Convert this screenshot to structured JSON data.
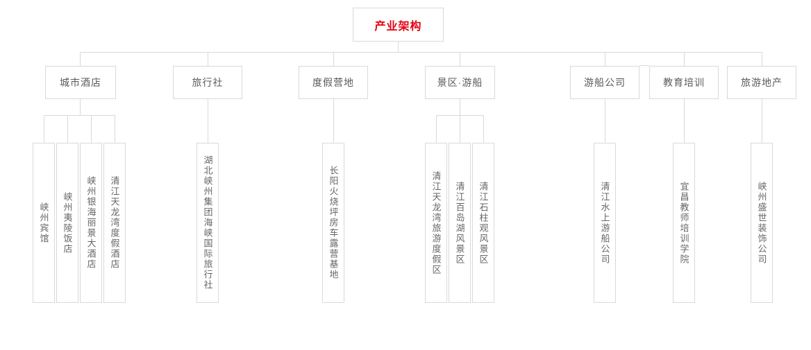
{
  "title": "产业架构",
  "colors": {
    "title_accent": "#e60012",
    "box_border": "#d9d9d9",
    "connector_line": "#d9d9d9",
    "category_text": "#595959",
    "subsidiary_text": "#666666"
  },
  "org_chart": {
    "root": "产业架构",
    "categories": [
      {
        "label": "城市酒店",
        "children": [
          "峡州宾馆",
          "峡州夷陵饭店",
          "峡州银海丽景大酒店",
          "清江天龙湾度假酒店"
        ]
      },
      {
        "label": "旅行社",
        "children": [
          "湖北峡州集团海峡国际旅行社"
        ]
      },
      {
        "label": "度假营地",
        "children": [
          "长阳火烧坪房车露营基地"
        ]
      },
      {
        "label": "景区·游船",
        "children": [
          "清江天龙湾旅游度假区",
          "清江百岛湖风景区",
          "清江石柱观风景区"
        ]
      },
      {
        "label": "游船公司",
        "children": [
          "清江水上游船公司"
        ]
      },
      {
        "label": "教育培训",
        "children": [
          "宜昌教师培训学院"
        ]
      },
      {
        "label": "旅游地产",
        "children": [
          "峡州盛世装饰公司"
        ]
      }
    ]
  }
}
